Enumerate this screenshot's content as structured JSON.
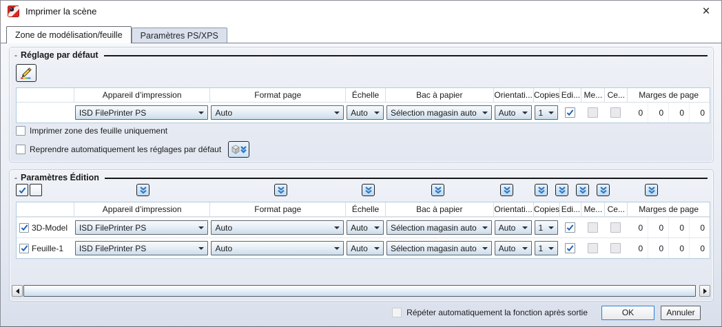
{
  "window": {
    "title": "Imprimer la scène",
    "close_glyph": "×"
  },
  "tabs": [
    {
      "label": "Zone de modélisation/feuille"
    },
    {
      "label": "Paramètres PS/XPS"
    }
  ],
  "groups": {
    "default": {
      "collapse_glyph": "-",
      "title": "Réglage par défaut",
      "print_zone_only_label": "Imprimer zone des feuille uniquement",
      "auto_restore_label": "Reprendre automatiquement les réglages par défaut"
    },
    "edition": {
      "collapse_glyph": "-",
      "title": "Paramètres Édition"
    }
  },
  "table": {
    "headers": {
      "row_label": "",
      "printer": "Appareil d’impression",
      "format": "Format page",
      "scale": "Échelle",
      "tray": "Bac à papier",
      "orientation": "Orientati...",
      "copies": "Copies",
      "edit": "Edi...",
      "me": "Me...",
      "ce": "Ce...",
      "margins": "Marges de page"
    }
  },
  "rows": [
    {
      "label": "",
      "printer": "ISD FilePrinter PS",
      "format": "Auto",
      "scale": "Auto",
      "tray": "Sélection magasin auto",
      "orientation": "Auto",
      "copies": "1",
      "margins": [
        "0",
        "0",
        "0",
        "0"
      ]
    },
    {
      "label": "3D-Model",
      "printer": "ISD FilePrinter PS",
      "format": "Auto",
      "scale": "Auto",
      "tray": "Sélection magasin auto",
      "orientation": "Auto",
      "copies": "1",
      "margins": [
        "0",
        "0",
        "0",
        "0"
      ]
    },
    {
      "label": "Feuille-1",
      "printer": "ISD FilePrinter PS",
      "format": "Auto",
      "scale": "Auto",
      "tray": "Sélection magasin auto",
      "orientation": "Auto",
      "copies": "1",
      "margins": [
        "0",
        "0",
        "0",
        "0"
      ]
    }
  ],
  "footer": {
    "repeat_label": "Répéter automatiquement la fonction après sortie",
    "ok_label": "OK",
    "cancel_label": "Annuler"
  },
  "colors": {
    "chevron_blue": "#2f7bc4",
    "check_blue": "#1e63b5",
    "ok_focus_border": "#2a7fd4",
    "table_border": "#b1cbe0"
  }
}
